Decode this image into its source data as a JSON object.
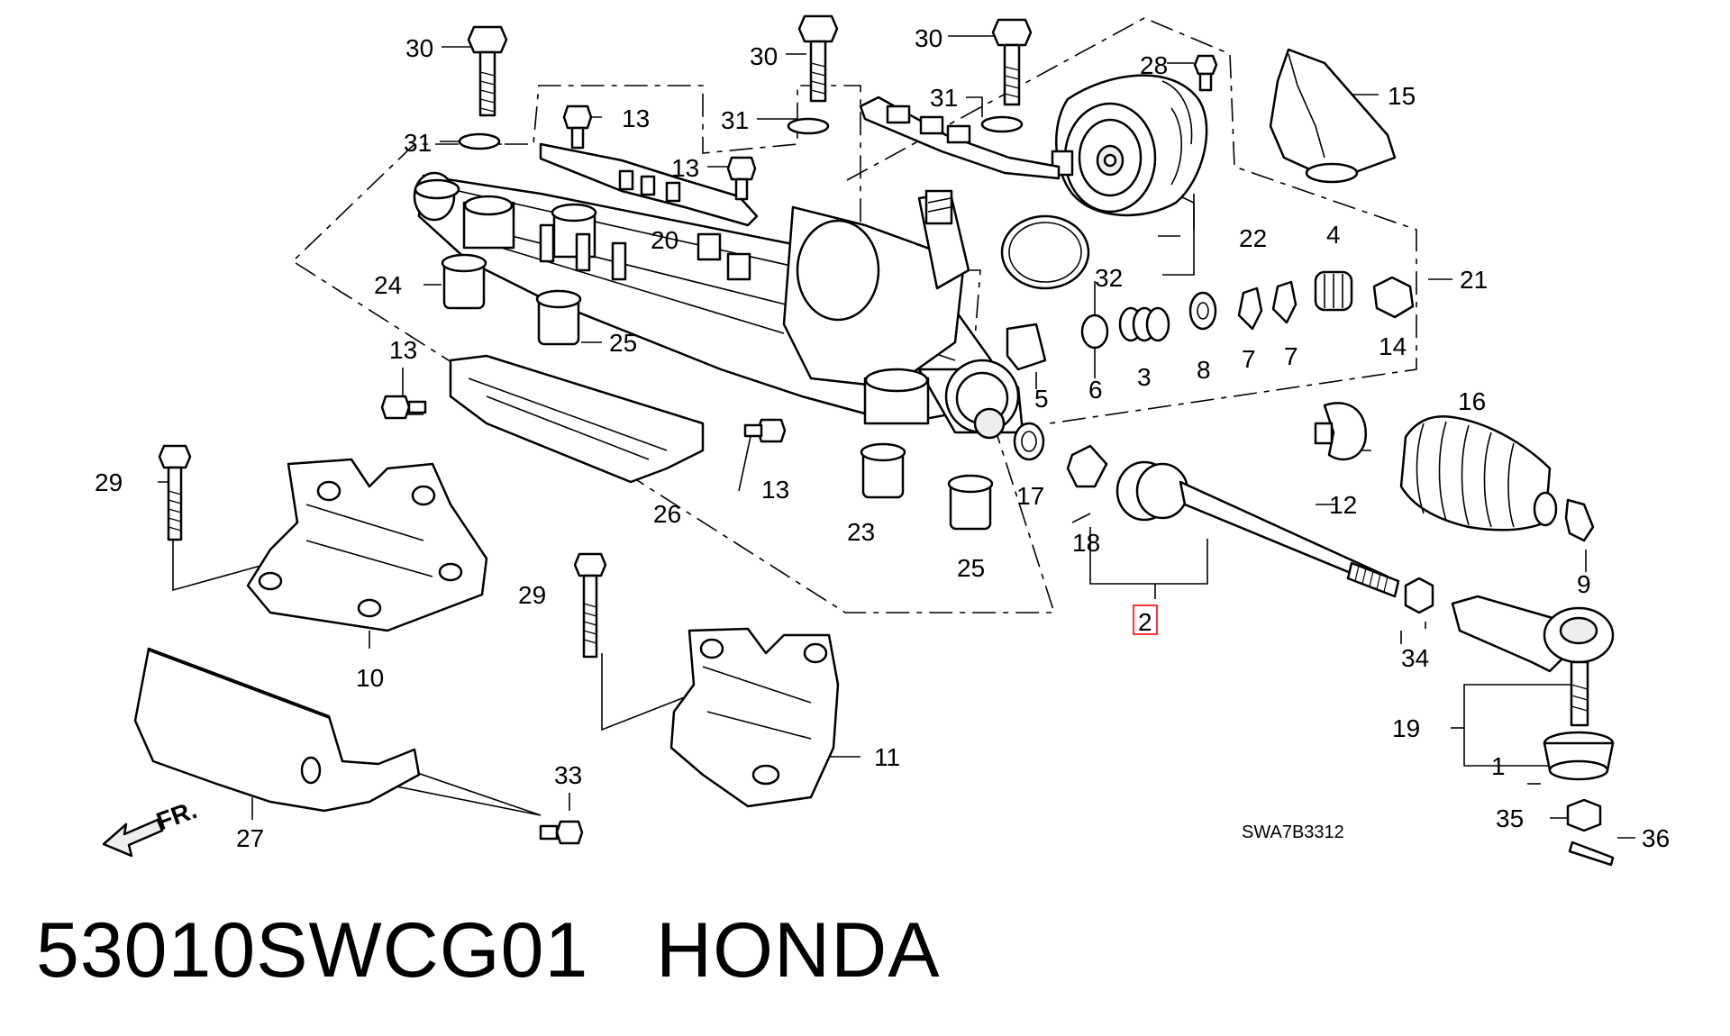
{
  "caption": {
    "part_number": "53010SWCG01",
    "brand": "HONDA"
  },
  "diagram_code": "SWA7B3312",
  "direction_marker": "FR.",
  "highlighted_callout": "2",
  "callouts": [
    {
      "id": "30a",
      "text": "30"
    },
    {
      "id": "30b",
      "text": "30"
    },
    {
      "id": "30c",
      "text": "30"
    },
    {
      "id": "31a",
      "text": "31"
    },
    {
      "id": "31b",
      "text": "31"
    },
    {
      "id": "31c",
      "text": "31"
    },
    {
      "id": "28",
      "text": "28"
    },
    {
      "id": "15",
      "text": "15"
    },
    {
      "id": "13a",
      "text": "13"
    },
    {
      "id": "13b",
      "text": "13"
    },
    {
      "id": "13c",
      "text": "13"
    },
    {
      "id": "13d",
      "text": "13"
    },
    {
      "id": "20",
      "text": "20"
    },
    {
      "id": "22",
      "text": "22"
    },
    {
      "id": "32",
      "text": "32"
    },
    {
      "id": "21",
      "text": "21"
    },
    {
      "id": "4",
      "text": "4"
    },
    {
      "id": "14",
      "text": "14"
    },
    {
      "id": "24",
      "text": "24"
    },
    {
      "id": "25a",
      "text": "25"
    },
    {
      "id": "25b",
      "text": "25"
    },
    {
      "id": "5",
      "text": "5"
    },
    {
      "id": "6",
      "text": "6"
    },
    {
      "id": "3",
      "text": "3"
    },
    {
      "id": "8",
      "text": "8"
    },
    {
      "id": "7a",
      "text": "7"
    },
    {
      "id": "7b",
      "text": "7"
    },
    {
      "id": "16",
      "text": "16"
    },
    {
      "id": "12",
      "text": "12"
    },
    {
      "id": "9",
      "text": "9"
    },
    {
      "id": "29a",
      "text": "29"
    },
    {
      "id": "29b",
      "text": "29"
    },
    {
      "id": "26",
      "text": "26"
    },
    {
      "id": "23",
      "text": "23"
    },
    {
      "id": "17",
      "text": "17"
    },
    {
      "id": "18",
      "text": "18"
    },
    {
      "id": "2",
      "text": "2"
    },
    {
      "id": "34",
      "text": "34"
    },
    {
      "id": "19",
      "text": "19"
    },
    {
      "id": "1",
      "text": "1"
    },
    {
      "id": "10",
      "text": "10"
    },
    {
      "id": "11",
      "text": "11"
    },
    {
      "id": "33",
      "text": "33"
    },
    {
      "id": "27",
      "text": "27"
    },
    {
      "id": "35",
      "text": "35"
    },
    {
      "id": "36",
      "text": "36"
    }
  ]
}
